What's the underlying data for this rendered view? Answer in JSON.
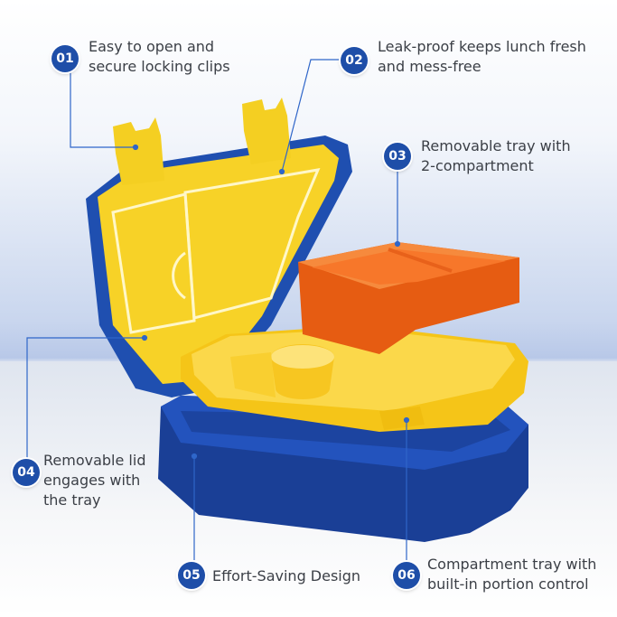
{
  "callouts": [
    {
      "number": "01",
      "text_lines": [
        "Easy to open and",
        "secure locking clips"
      ]
    },
    {
      "number": "02",
      "text_lines": [
        "Leak-proof keeps lunch fresh",
        "and mess-free"
      ]
    },
    {
      "number": "03",
      "text_lines": [
        "Removable tray with",
        "2-compartment"
      ]
    },
    {
      "number": "04",
      "text_lines": [
        "Removable lid",
        "engages with",
        "the tray"
      ]
    },
    {
      "number": "05",
      "text_lines": [
        "Effort-Saving Design"
      ]
    },
    {
      "number": "06",
      "text_lines": [
        "Compartment tray with",
        "built-in portion control"
      ]
    }
  ],
  "colors": {
    "badge": "#1e4ea8",
    "lid_shell": "#1f4fb0",
    "lid_inner": "#f7d227",
    "tray": "#f5c518",
    "insert": "#f26a1b",
    "base": "#1d47a6",
    "leader_line": "#2f66c9"
  }
}
